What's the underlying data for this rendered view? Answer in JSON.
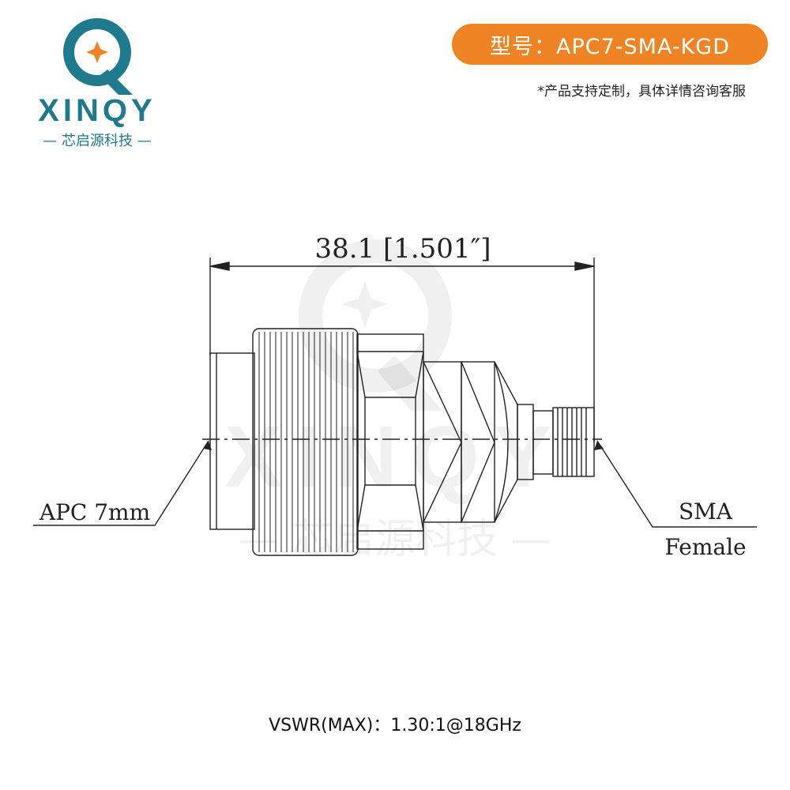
{
  "logo": {
    "brand": "XINQY",
    "subtitle": "— 芯启源科技 —",
    "colors": {
      "teal": "#1e7a8c",
      "orange": "#f08424"
    }
  },
  "model": {
    "label": "型号：APC7-SMA-KGD",
    "color": "#f08424"
  },
  "custom_note": "*产品支持定制，具体详情咨询客服",
  "drawing": {
    "dimension": "38.1 [1.501″]",
    "left_label": "APC 7mm",
    "right_label_line1": "SMA",
    "right_label_line2": "Female"
  },
  "watermark": {
    "brand": "XINQY",
    "subtitle": "— 芯启源科技 —"
  },
  "spec": "VSWR(MAX)：1.30:1@18GHz"
}
